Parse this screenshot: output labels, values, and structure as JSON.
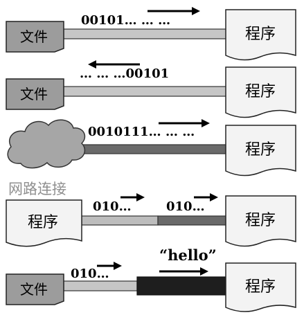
{
  "rows": [
    {
      "source": "文件",
      "target": "程序",
      "stream": "00101… … …",
      "direction": "right"
    },
    {
      "source": "文件",
      "target": "程序",
      "stream": "… … …00101",
      "direction": "left"
    },
    {
      "source_caption": "网路连接",
      "target": "程序",
      "stream": "0010111… … …",
      "direction": "right"
    },
    {
      "source": "程序",
      "target": "程序",
      "stream_in": "010…",
      "stream_out": "010…",
      "direction": "right"
    },
    {
      "source": "文件",
      "target": "程序",
      "stream": "010…",
      "filter_label": "“hello”",
      "direction": "right"
    }
  ]
}
